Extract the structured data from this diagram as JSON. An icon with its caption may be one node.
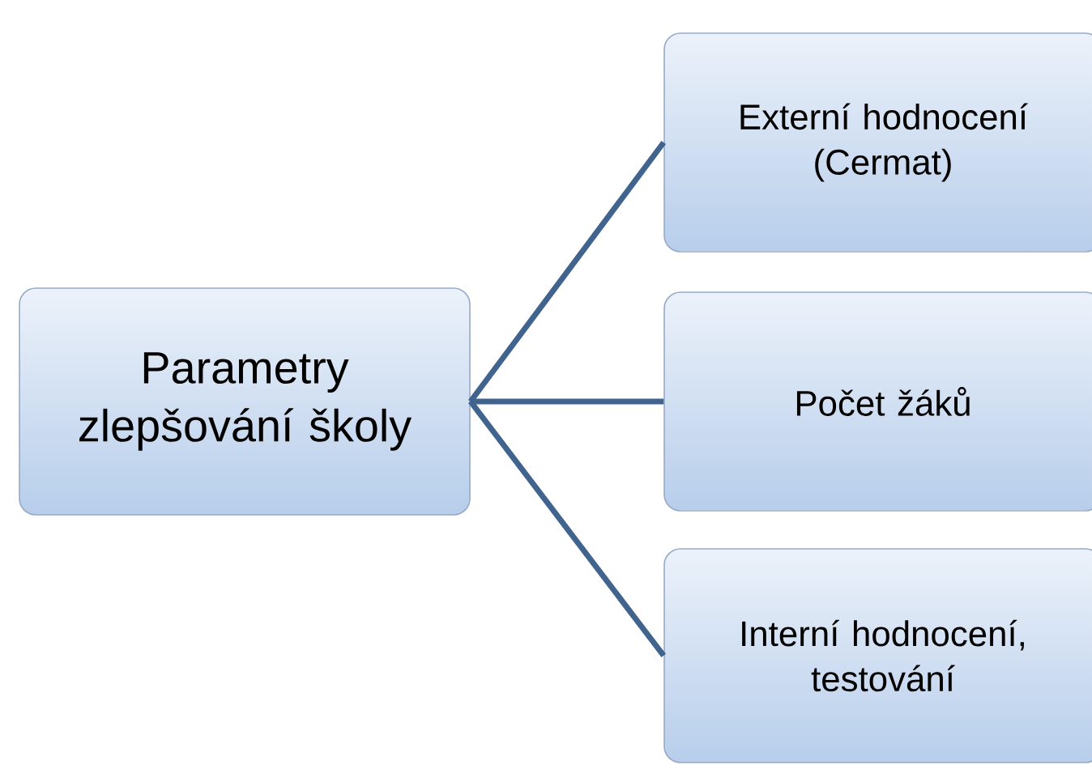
{
  "diagram": {
    "nodes": [
      {
        "text": [
          "Parametry zlepšování školy"
        ]
      },
      {
        "text": [
          "Externí hodnocení (Cermat)"
        ]
      },
      {
        "text": [
          "Počet žáků"
        ]
      },
      {
        "text": [
          "Interní hodnocení, testování"
        ]
      }
    ],
    "edges": [
      {
        "from": 0,
        "to": 1,
        "arrow": "none"
      },
      {
        "from": 0,
        "to": 2,
        "arrow": "none"
      },
      {
        "from": 0,
        "to": 3,
        "arrow": "none"
      }
    ]
  }
}
